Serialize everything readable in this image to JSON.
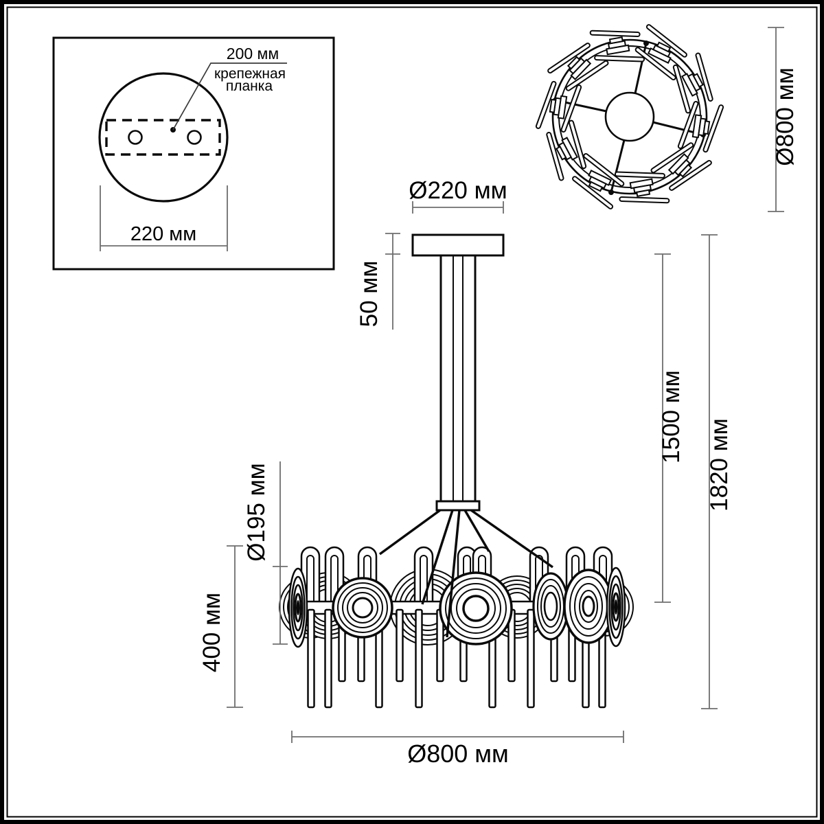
{
  "inset": {
    "leader_value": "200 мм",
    "leader_label_line1": "крепежная",
    "leader_label_line2": "планка",
    "plate_width_dim": "220 мм"
  },
  "top_view": {
    "diameter_dim": "Ø800 мм"
  },
  "front_view": {
    "canopy_diameter_dim": "Ø220 мм",
    "canopy_height_dim": "50 мм",
    "rod_length_dim": "1500 мм",
    "total_height_dim": "1820 мм",
    "disc_diameter_dim": "Ø195 мм",
    "shade_height_dim": "400 мм",
    "shade_diameter_dim": "Ø800 мм"
  },
  "colors": {
    "line": "#0a0a0a",
    "dimension_line": "#6e6e6e",
    "background": "#ffffff"
  }
}
